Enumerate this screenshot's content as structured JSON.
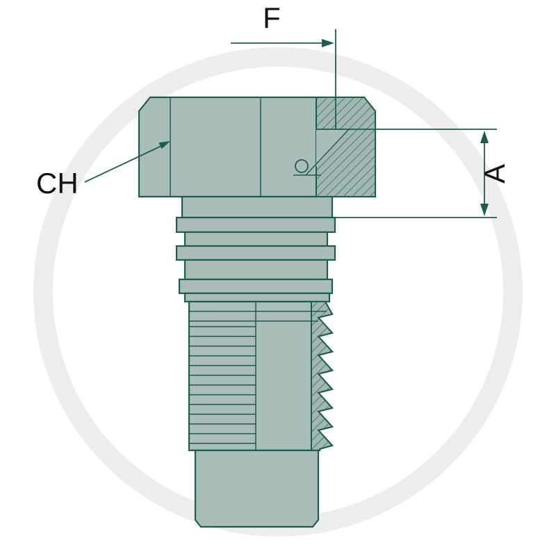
{
  "diagram": {
    "labels": {
      "f": "F",
      "ch": "CH",
      "a": "A"
    }
  },
  "colors": {
    "background": "#ffffff",
    "body_fill": "#a9bdb9",
    "hatch_fill": "#a2b6b2",
    "line": "#1d5c51",
    "dimension": "#1d5c51",
    "text": "#121212",
    "watermark": "#ededed"
  }
}
